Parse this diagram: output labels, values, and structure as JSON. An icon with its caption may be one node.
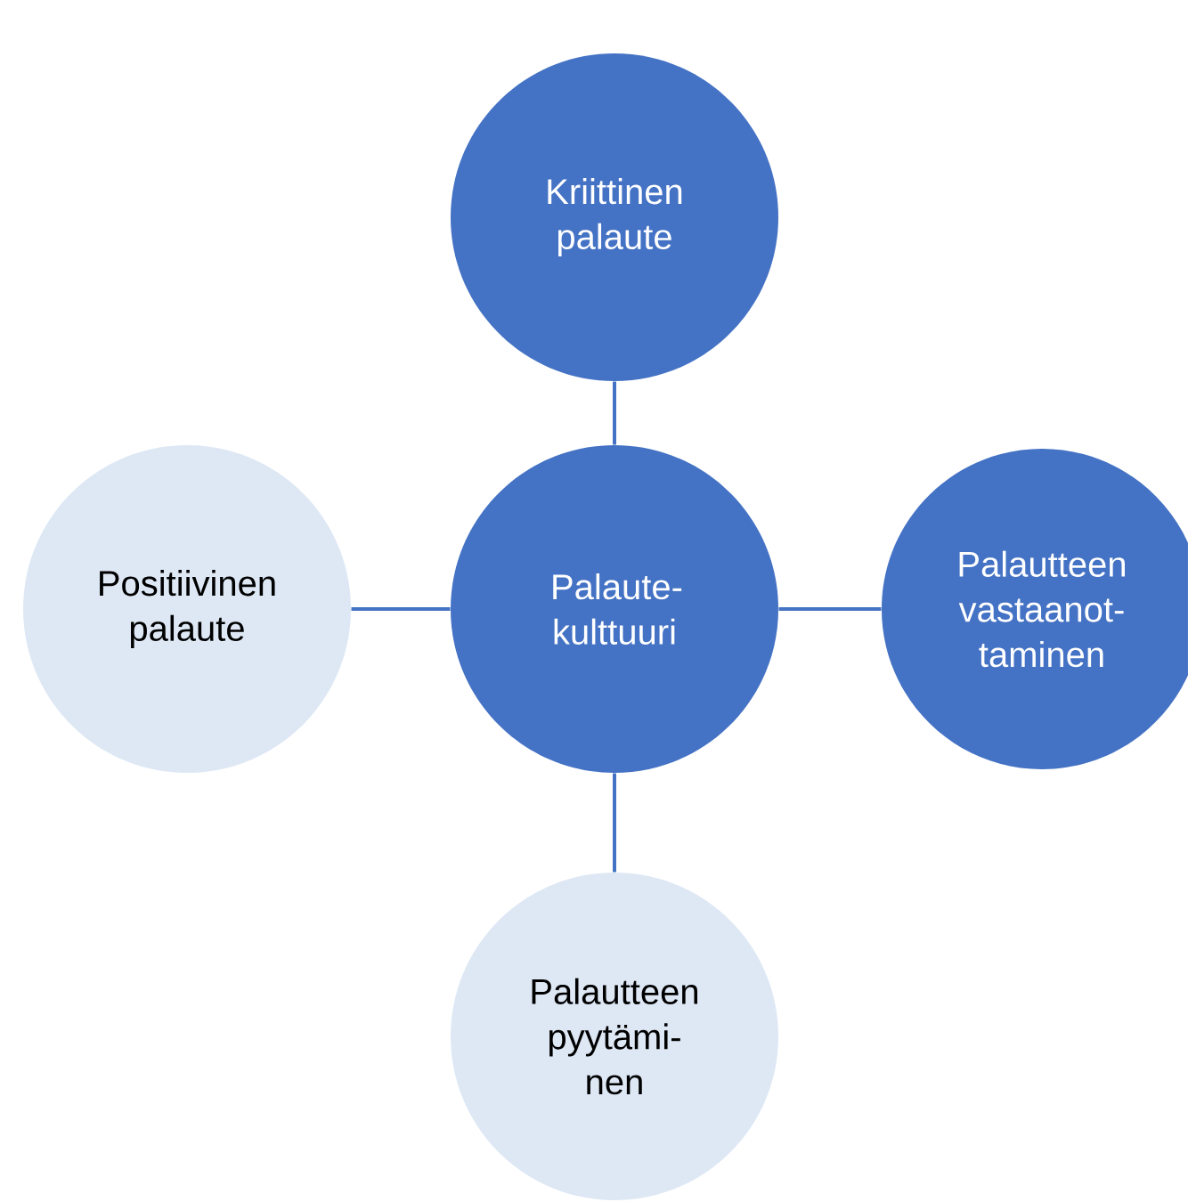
{
  "diagram": {
    "nodes": [
      {
        "text": [
          "Kriittinen palaute"
        ]
      },
      {
        "text": [
          "Positiivinen palaute"
        ]
      },
      {
        "text": [
          "Palaute- kulttuuri"
        ]
      },
      {
        "text": [
          "Palautteen vastaanot- taminen"
        ]
      },
      {
        "text": [
          "Palautteen pyytämi- nen"
        ]
      }
    ],
    "edges": [
      {
        "from": 2,
        "to": 0,
        "arrow": "none"
      },
      {
        "from": 2,
        "to": 1,
        "arrow": "none"
      },
      {
        "from": 2,
        "to": 3,
        "arrow": "none"
      },
      {
        "from": 2,
        "to": 4,
        "arrow": "none"
      }
    ]
  }
}
